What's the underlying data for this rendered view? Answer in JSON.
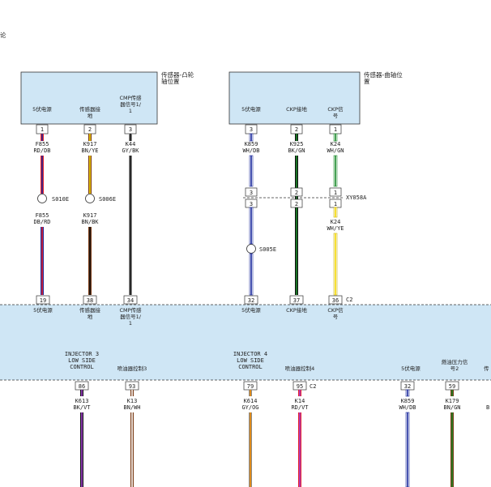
{
  "page": {
    "corner_char": "论"
  },
  "components": {
    "camshaft_sensor": {
      "title": [
        "传感器-凸轮",
        "轴位置"
      ],
      "pins": [
        {
          "label": [
            "5伏电源"
          ],
          "pin": "1",
          "circuit": [
            "F855",
            "RD/DB"
          ]
        },
        {
          "label": [
            "传感器接",
            "地"
          ],
          "pin": "2",
          "circuit": [
            "K917",
            "BN/YE"
          ]
        },
        {
          "label": [
            "CMP传感",
            "器信号1/",
            "1"
          ],
          "pin": "3",
          "circuit": [
            "K44",
            "GY/BK"
          ]
        }
      ]
    },
    "crankshaft_sensor": {
      "title": [
        "传感器-曲轴位",
        "置"
      ],
      "pins": [
        {
          "label": [
            "5伏电源"
          ],
          "pin": "3",
          "circuit": [
            "K859",
            "WH/DB"
          ]
        },
        {
          "label": [
            "CKP接地"
          ],
          "pin": "2",
          "circuit": [
            "K925",
            "BK/GN"
          ]
        },
        {
          "label": [
            "CKP信",
            "号"
          ],
          "pin": "1",
          "circuit": [
            "K24",
            "WH/GN"
          ]
        }
      ]
    }
  },
  "splices": [
    {
      "id": "S010E",
      "circuit_after": [
        "F855",
        "DB/RD"
      ]
    },
    {
      "id": "S006E",
      "circuit_after": [
        "K917",
        "BN/BK"
      ]
    },
    {
      "id": "S005E"
    }
  ],
  "inline_connector": {
    "id": "XY058A",
    "pins": [
      "3",
      "2",
      "1"
    ],
    "circuit_after": [
      "K24",
      "WH/YE"
    ]
  },
  "ecm_connector_c2_top": {
    "id": "C2",
    "pins": [
      {
        "pin": "19",
        "label": [
          "5伏电源"
        ]
      },
      {
        "pin": "38",
        "label": [
          "传感器接",
          "地"
        ]
      },
      {
        "pin": "34",
        "label": [
          "CMP传感",
          "器信号1/",
          "1"
        ]
      },
      {
        "pin": "32",
        "label": [
          "5伏电源"
        ]
      },
      {
        "pin": "37",
        "label": [
          "CKP接地"
        ]
      },
      {
        "pin": "36",
        "label": [
          "CKP信",
          "号"
        ]
      }
    ]
  },
  "ecm_internal": [
    {
      "en": [
        "INJECTOR 3",
        "LOW SIDE",
        "CONTROL"
      ],
      "cn": "喷油器控制3"
    },
    {
      "en": [
        "INJECTOR 4",
        "LOW SIDE",
        "CONTROL"
      ],
      "cn": "喷油器控制4"
    },
    {
      "cn": "5伏电源"
    },
    {
      "cn": [
        "燃油压力信",
        "号2"
      ]
    },
    {
      "cn": "传"
    }
  ],
  "ecm_connector_c2_bottom": {
    "id": "C2",
    "pins": [
      {
        "pin": "86",
        "circuit": [
          "K613",
          "BK/VT"
        ]
      },
      {
        "pin": "93",
        "circuit": [
          "K13",
          "BN/WH"
        ]
      },
      {
        "pin": "79",
        "circuit": [
          "K614",
          "GY/OG"
        ]
      },
      {
        "pin": "95",
        "circuit": [
          "K14",
          "RD/VT"
        ]
      },
      {
        "pin": "32",
        "circuit": [
          "K859",
          "WH/DB"
        ]
      },
      {
        "pin": "59",
        "circuit": [
          "K179",
          "BN/GN"
        ]
      },
      {
        "circuit": [
          "B"
        ]
      }
    ]
  },
  "colors": {
    "component_fill": "#cfe6f5",
    "RD": "#e8202a",
    "DB": "#1c2a9c",
    "BN": "#7a3a14",
    "YE": "#f5d800",
    "GY": "#8a8a8a",
    "BK": "#111111",
    "WH": "#ffffff",
    "GN": "#1a8a2a",
    "VT": "#a340d0",
    "OG": "#f08a00"
  }
}
